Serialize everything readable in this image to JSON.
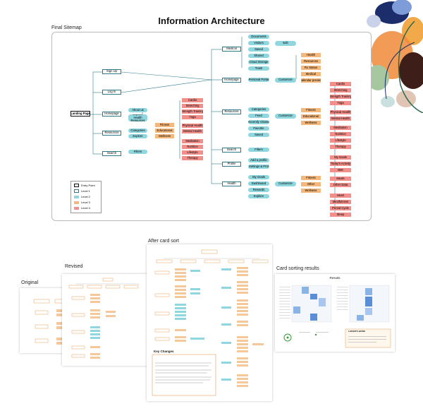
{
  "page": {
    "title": "Information Architecture",
    "sitemap_label": "Final Sitemap",
    "after_card_sort_label": "After card sort",
    "revised_label": "Revised",
    "original_label": "Original",
    "card_sort_label": "Card sorting results",
    "results_label": "Results",
    "key_changes_label": "Key Changes",
    "concern_label": "Concern Areas"
  },
  "legend": {
    "entry": "Entry Point",
    "l1": "Level 1",
    "l2": "Level 2",
    "l3": "Level 3",
    "l4": "Level 4"
  },
  "colors": {
    "level1_border": "#2a7a8a",
    "level2": "#8fd7df",
    "level3": "#f5b87c",
    "level4": "#f38f8a"
  },
  "nodes": {
    "landing": "Landing Page",
    "signup": "Sign Up",
    "login": "Log In",
    "homepage_a": "Homepage",
    "resources_a": "Resources",
    "search_a": "Search",
    "about": "About us",
    "explore_health": "Explore Health Resources",
    "categories": "Categories",
    "explore": "Explore",
    "filters_a": "Filters",
    "fitness_a": "Fitness",
    "educational_a": "Educational",
    "wellness_a": "Wellness",
    "cardio_a": "Cardio",
    "stretching_a": "Stretching",
    "strength_a": "Strength Training",
    "yoga_a": "Yoga",
    "physical_a": "Physical Health",
    "mental_a": "Mental Health",
    "meditation_a": "Meditation",
    "nutrition_a": "Nutrition",
    "lifestyle_a": "Lifestyle",
    "therapy_a": "Therapy",
    "medical": "Medical",
    "documents": "Documents",
    "visitors": "Visitors",
    "saved_m": "Saved",
    "shared": "Shared",
    "cloud": "Cloud Storage",
    "trash": "Trash",
    "edit": "Edit",
    "homepage_b": "Homepage",
    "personal_portal": "Personal Portal",
    "customize_b": "Customize",
    "health": "Health",
    "resources_h": "Resources",
    "rx": "Rx Status",
    "medical_h": "Medical",
    "calendar": "Calendar preview",
    "cardio_b": "Cardio",
    "stretching_b": "Stretching",
    "strength_b": "Strength Training",
    "yoga_b": "Yoga",
    "resources_b": "Resources",
    "categories_b": "Categories",
    "feed": "Feed",
    "recently": "Recently Viewed",
    "favorite": "Favorite",
    "saved_r": "Saved",
    "customize_r": "Customize",
    "fitness_b": "Fitness",
    "educational_b": "Educational",
    "wellness_b": "Wellness",
    "physical_b": "Physical Health",
    "mental_b": "Mental Health",
    "meditation_b": "Meditation",
    "nutrition_b": "Nutrition",
    "lifestyle_b": "Lifestyle",
    "therapy_b": "Therapy",
    "search_b": "Search",
    "filters_b": "Filters",
    "profile": "Profile",
    "add_profile": "Add a profile",
    "settings": "Settings & Prof",
    "health_b": "Health",
    "my_goals": "My Goals",
    "dashboard": "Dashboard",
    "rewards": "Rewards",
    "explore_b": "Explore",
    "customize_h": "Customize",
    "fitness_c": "Fitness",
    "other": "Other",
    "wellness_c": "Wellness",
    "my_goals_c": "My Goals",
    "todays_activity": "Today's Activity",
    "bmi": "BMI",
    "meals": "Meals",
    "other_data": "Other Data",
    "heart": "Heart",
    "mindfulness": "Mindfulness",
    "period": "Period Cycle",
    "sleep": "Sleep"
  }
}
